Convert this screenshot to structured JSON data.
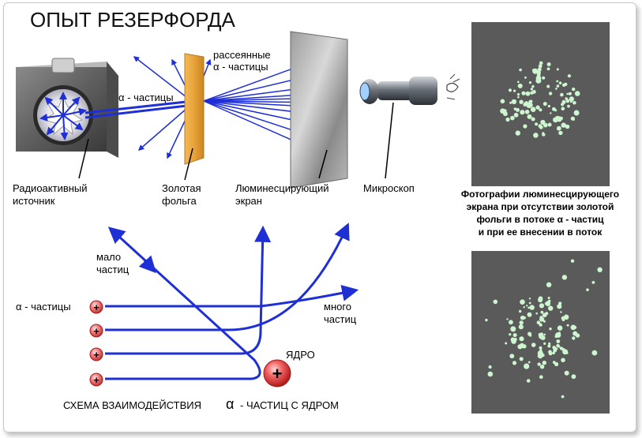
{
  "title": "ОПЫТ РЕЗЕРФОРДА",
  "labels": {
    "scattered": [
      "рассеянные",
      "α - частицы"
    ],
    "alpha_particles": "α - частицы",
    "source": [
      "Радиоактивный",
      "источник"
    ],
    "foil": [
      "Золотая",
      "фольга"
    ],
    "screen": [
      "Люминесцирующий",
      "экран"
    ],
    "microscope": "Микроскоп",
    "photos_caption": [
      "Фотографии люминесцирующего",
      "экрана при отсутствии золотой",
      "фольги в потоке α - частиц",
      "и при ее внесении в поток"
    ]
  },
  "scheme": {
    "few": [
      "мало",
      "частиц"
    ],
    "alpha": "α - частицы",
    "many": [
      "много",
      "частиц"
    ],
    "nucleus": "ЯДРО",
    "plus": "+",
    "caption_part1": "СХЕМА ВЗАИМОДЕЙСТВИЯ",
    "caption_alpha": "α",
    "caption_part2": "- ЧАСТИЦ С ЯДРОМ"
  },
  "colors": {
    "beam": "#1f2fd6",
    "nucleus": "#e02828",
    "foil": "#e8a23a",
    "photo_bg": "#5a5a5a",
    "dots": "#cdf5cf"
  }
}
